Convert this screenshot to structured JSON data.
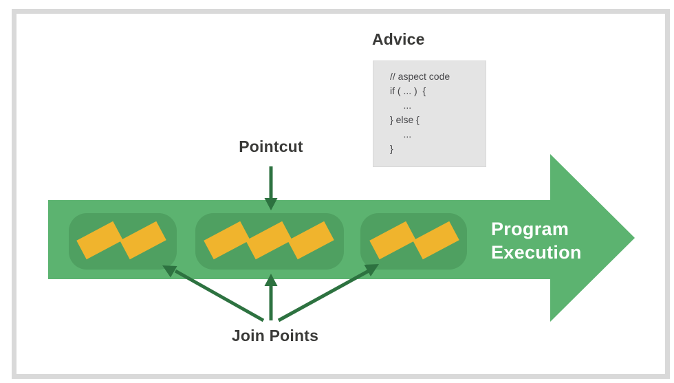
{
  "diagram": {
    "title": "Aspect-oriented programming concepts diagram"
  },
  "labels": {
    "advice": "Advice",
    "pointcut": "Pointcut",
    "join_points": "Join Points",
    "program_execution_line1": "Program",
    "program_execution_line2": "Execution"
  },
  "advice_code": {
    "lines": [
      "// aspect code",
      "if ( ... )  {",
      "     ...",
      "} else {",
      "     ...",
      "}"
    ]
  },
  "join_point_groups": [
    {
      "name": "group-1",
      "marker_count": 2
    },
    {
      "name": "group-2",
      "marker_count": 3
    },
    {
      "name": "group-3",
      "marker_count": 2
    }
  ],
  "colors": {
    "frame_border": "#d9d9d9",
    "background": "#ffffff",
    "program_arrow_green": "#5cb370",
    "join_point_group_green": "#4fa061",
    "join_point_marker_yellow": "#f0b42d",
    "annotation_arrow_green": "#2d7240",
    "heading_text": "#3a3a38",
    "code_text": "#454548",
    "code_box_background": "#e4e4e4",
    "program_execution_text": "#ffffff"
  }
}
